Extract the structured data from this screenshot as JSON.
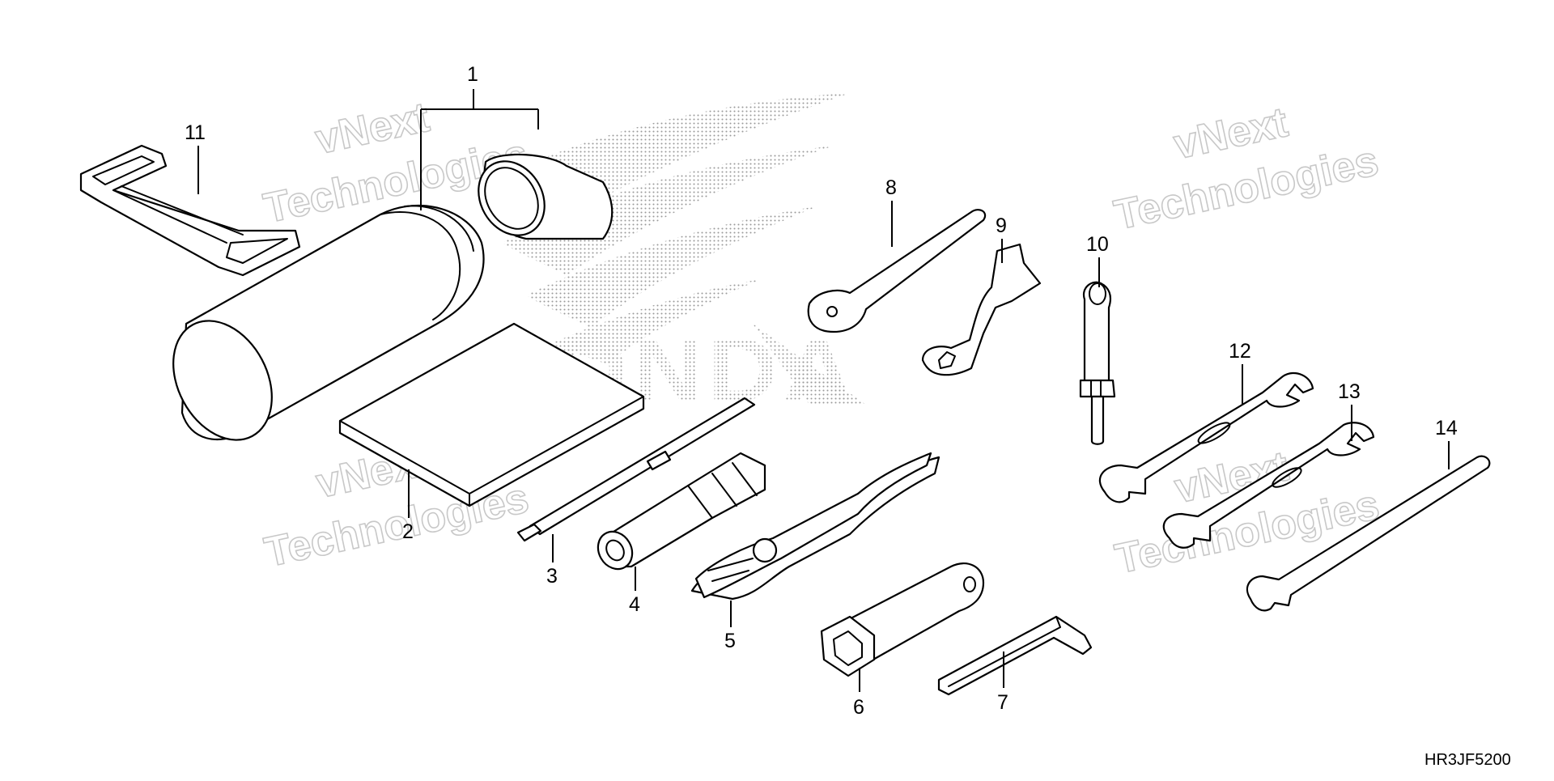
{
  "diagram": {
    "brand_text": "HONDA",
    "doc_code": "HR3JF5200",
    "watermarks": [
      {
        "line1": "vNext",
        "line2": "Technologies"
      },
      {
        "line1": "vNext",
        "line2": "Technologies"
      },
      {
        "line1": "vNext",
        "line2": "Technologies"
      },
      {
        "line1": "vNext",
        "line2": "Technologies"
      }
    ],
    "callouts": {
      "p1": "1",
      "p2": "2",
      "p3": "3",
      "p4": "4",
      "p5": "5",
      "p6": "6",
      "p7": "7",
      "p8": "8",
      "p9": "9",
      "p10": "10",
      "p11": "11",
      "p12": "12",
      "p13": "13",
      "p14": "14"
    },
    "colors": {
      "line": "#000000",
      "watermark": "#c8c8c8",
      "logo_dots": "#9a9a9a"
    }
  }
}
